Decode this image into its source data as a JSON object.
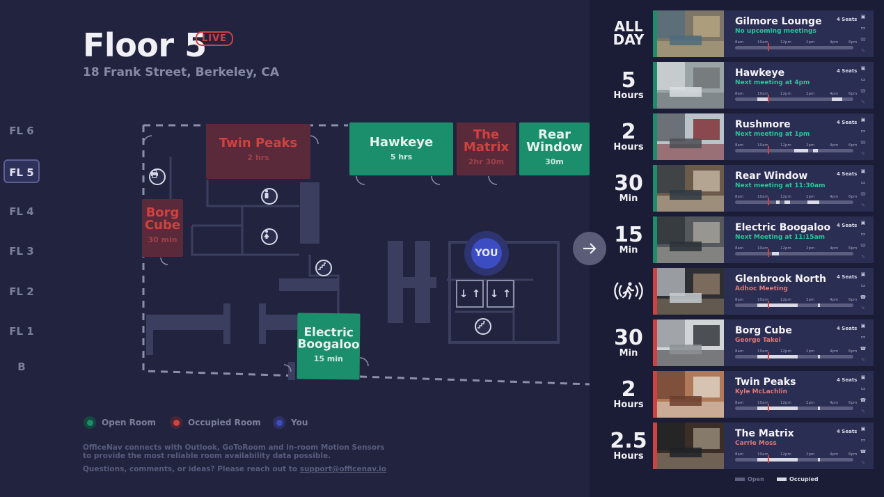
{
  "header": {
    "title": "Floor 5",
    "live": "LIVE",
    "address": "18 Frank Street, Berkeley, CA"
  },
  "floors": [
    {
      "label": "FL 6",
      "active": false
    },
    {
      "label": "FL 5",
      "active": true
    },
    {
      "label": "FL 4",
      "active": false
    },
    {
      "label": "FL 3",
      "active": false
    },
    {
      "label": "FL 2",
      "active": false
    },
    {
      "label": "FL 1",
      "active": false
    },
    {
      "label": "B",
      "active": false
    }
  ],
  "map_rooms": {
    "twin_peaks": {
      "name": "Twin Peaks",
      "time": "2 hrs",
      "status": "occupied"
    },
    "hawkeye": {
      "name": "Hawkeye",
      "time": "5 hrs",
      "status": "open"
    },
    "matrix": {
      "name": "The\nMatrix",
      "time": "2hr 30m",
      "status": "occupied"
    },
    "rear_window": {
      "name": "Rear\nWindow",
      "time": "30m",
      "status": "open"
    },
    "borg_cube": {
      "name": "Borg\nCube",
      "time": "30 min",
      "status": "occupied"
    },
    "electric": {
      "name": "Electric\nBoogaloo",
      "time": "15 min",
      "status": "open"
    }
  },
  "you_label": "YOU",
  "legend": {
    "open": "Open Room",
    "occupied": "Occupied Room",
    "you": "You"
  },
  "colors": {
    "open": "#1b8f6b",
    "occupied": "#d0423f",
    "you": "#3c4cc2",
    "background": "#22243f",
    "panel": "#1b1d36"
  },
  "footer": {
    "line1": "OfficeNav connects with Outlook, GoToRoom and in-room Motion Sensors",
    "line2": "to provide the most reliable room availability data possible.",
    "line3": "Questions, comments, or ideas? Please reach out to",
    "email": "support@officenav.io"
  },
  "panel": {
    "tick_labels": [
      "8am",
      "10am",
      "12pm",
      "2pm",
      "4pm",
      "6pm"
    ],
    "legend_open": "Open",
    "legend_occupied": "Occupied",
    "cards": [
      {
        "duration": "ALL\nDAY",
        "unit": "",
        "name": "Gilmore Lounge",
        "status": "No upcoming meetings",
        "seats": "4 Seats",
        "state": "open",
        "occupied": [],
        "motion": false
      },
      {
        "duration": "5",
        "unit": "Hours",
        "name": "Hawkeye",
        "status": "Next meeting at 4pm",
        "seats": "4 Seats",
        "state": "open",
        "occupied": [
          [
            0.19,
            0.29
          ],
          [
            0.82,
            0.91
          ]
        ],
        "motion": false
      },
      {
        "duration": "2",
        "unit": "Hours",
        "name": "Rushmore",
        "status": "Next meeting at 1pm",
        "seats": "4 Seats",
        "state": "open",
        "occupied": [
          [
            0.5,
            0.62
          ],
          [
            0.66,
            0.7
          ]
        ],
        "motion": false
      },
      {
        "duration": "30",
        "unit": "Min",
        "name": "Rear Window",
        "status": "Next meeting at 11:30am",
        "seats": "4 Seats",
        "state": "open",
        "occupied": [
          [
            0.35,
            0.38
          ],
          [
            0.42,
            0.47
          ],
          [
            0.61,
            0.71
          ]
        ],
        "motion": false
      },
      {
        "duration": "15",
        "unit": "Min",
        "name": "Electric Boogaloo",
        "status": "Next Meeting at 11:15am",
        "seats": "4 Seats",
        "state": "open",
        "occupied": [
          [
            0.31,
            0.37
          ]
        ],
        "motion": false
      },
      {
        "duration": "motion",
        "unit": "",
        "name": "Glenbrook North",
        "status": "Adhoc Meeting",
        "seats": "4 Seats",
        "state": "occupied",
        "occupied": [
          [
            0.19,
            0.53
          ],
          [
            0.7,
            0.72
          ]
        ],
        "motion": true
      },
      {
        "duration": "30",
        "unit": "Min",
        "name": "Borg Cube",
        "status": "George Takei",
        "seats": "4 Seats",
        "state": "occupied",
        "occupied": [
          [
            0.19,
            0.53
          ],
          [
            0.7,
            0.72
          ]
        ],
        "motion": false
      },
      {
        "duration": "2",
        "unit": "Hours",
        "name": "Twin Peaks",
        "status": "Kyle McLachlin",
        "seats": "4 Seats",
        "state": "occupied",
        "occupied": [
          [
            0.19,
            0.53
          ],
          [
            0.7,
            0.72
          ]
        ],
        "motion": false
      },
      {
        "duration": "2.5",
        "unit": "Hours",
        "name": "The Matrix",
        "status": "Carrie Moss",
        "seats": "4 Seats",
        "state": "occupied",
        "occupied": [
          [
            0.19,
            0.53
          ],
          [
            0.7,
            0.72
          ]
        ],
        "motion": false
      }
    ]
  }
}
